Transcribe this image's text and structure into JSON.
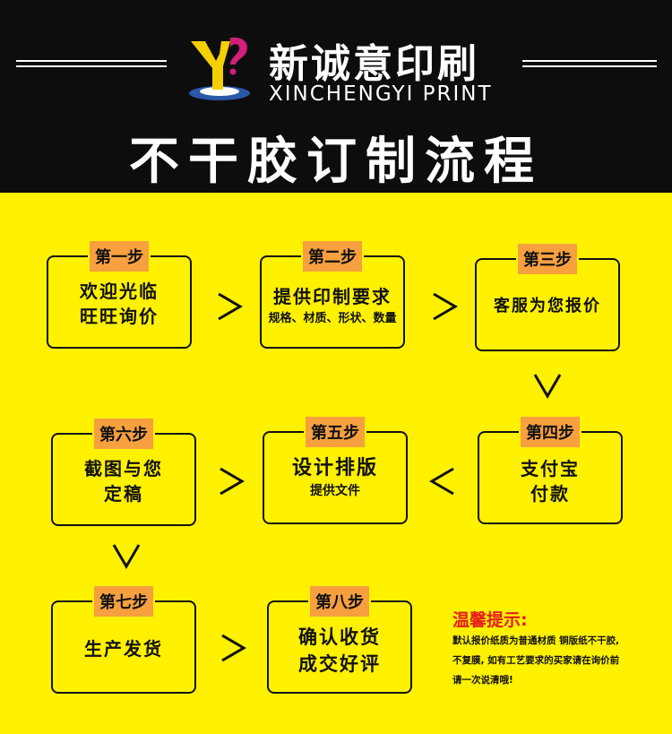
{
  "brand": {
    "name_cn": "新诚意印刷",
    "name_en": "XINCHENGYI PRINT",
    "logo_text": "Y?"
  },
  "title": "不干胶订制流程",
  "steps": [
    {
      "label": "第一步",
      "lines": [
        "欢迎光临",
        "旺旺询价"
      ]
    },
    {
      "label": "第二步",
      "lines": [
        "提供印制要求",
        "规格、材质、形状、数量"
      ]
    },
    {
      "label": "第三步",
      "lines": [
        "客服为您报价"
      ]
    },
    {
      "label": "第四步",
      "lines": [
        "支付宝",
        "付款"
      ]
    },
    {
      "label": "第五步",
      "lines": [
        "设计排版",
        "提供文件"
      ]
    },
    {
      "label": "第六步",
      "lines": [
        "截图与您",
        "定稿"
      ]
    },
    {
      "label": "第七步",
      "lines": [
        "生产发货"
      ]
    },
    {
      "label": "第八步",
      "lines": [
        "确认收货",
        "成交好评"
      ]
    }
  ],
  "tip": {
    "title": "温馨提示:",
    "lines": [
      "默认报价纸质为普通材质 铜版纸不干胶,",
      "不复膜, 如有工艺要求的买家请在询价前",
      "请一次说清哦!"
    ]
  },
  "colors": {
    "background": "#fff100",
    "header": "#0d0d0d",
    "badge": "#f7a03f",
    "tip_title": "#e81c1c"
  }
}
